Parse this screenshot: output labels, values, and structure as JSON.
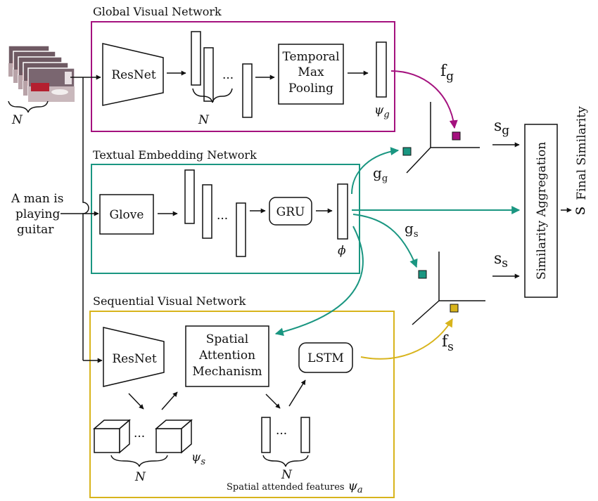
{
  "colors": {
    "global": "#a4117e",
    "textual": "#1a9681",
    "sequential": "#d8b41c",
    "ink": "#111111"
  },
  "sections": {
    "global": "Global Visual Network",
    "textual": "Textual Embedding Network",
    "sequential": "Sequential Visual Network"
  },
  "global_net": {
    "resnet": "ResNet",
    "pool_line1": "Temporal",
    "pool_line2": "Max",
    "pool_line3": "Pooling",
    "n_label": "N",
    "dots": "···",
    "psi": "ψ",
    "psi_sub": "g"
  },
  "input": {
    "frames_n": "N",
    "sentence_line1": "A man is",
    "sentence_line2": "playing",
    "sentence_line3": "guitar"
  },
  "textual_net": {
    "glove": "Glove",
    "gru": "GRU",
    "dots": "···",
    "phi": "ϕ"
  },
  "sequential_net": {
    "resnet": "ResNet",
    "attn_line1": "Spatial",
    "attn_line2": "Attention",
    "attn_line3": "Mechanism",
    "lstm": "LSTM",
    "dots": "···",
    "n_label": "N",
    "psi": "ψ",
    "psi_sub": "s",
    "n_label2": "N",
    "features": "Spatial attended features",
    "psi_a": "ψ",
    "psi_a_sub": "a"
  },
  "embeddings": {
    "f_g": "f",
    "f_g_sub": "g",
    "g_g": "g",
    "g_g_sub": "g",
    "g_s": "g",
    "g_s_sub": "s",
    "f_s": "f",
    "f_s_sub": "s",
    "s_g": "s",
    "s_g_sub": "g",
    "s_s": "s",
    "s_s_sub": "s"
  },
  "aggregation": {
    "label": "Similarity Aggregation",
    "final_symbol": "s",
    "final_label": "Final Similarity"
  }
}
